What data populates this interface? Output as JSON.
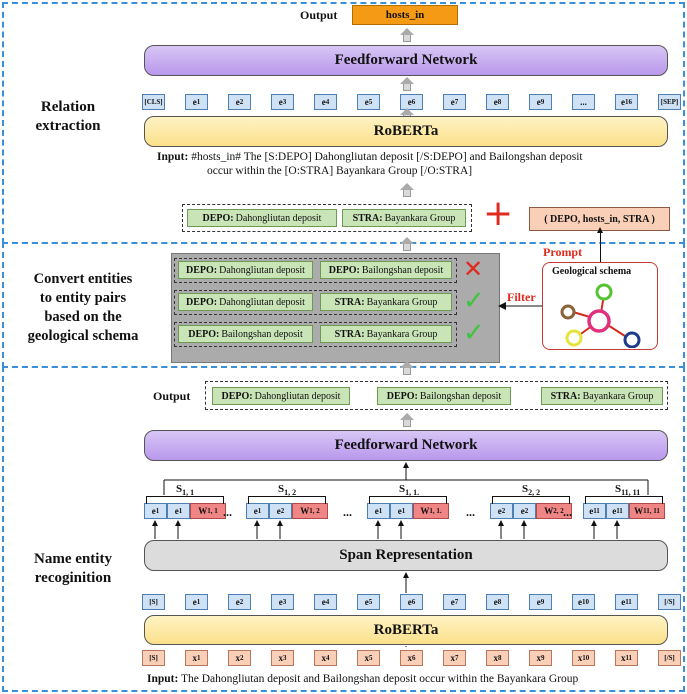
{
  "top": {
    "section_label": "Relation\nextraction",
    "output_label": "Output",
    "output_value": "hosts_in",
    "ffn_label": "Feedforward Network",
    "roberta_label": "RoBERTa",
    "tokens": [
      {
        "t": "[CLS]"
      },
      {
        "t": "e",
        "s": "1"
      },
      {
        "t": "e",
        "s": "2"
      },
      {
        "t": "e",
        "s": "3"
      },
      {
        "t": "e",
        "s": "4"
      },
      {
        "t": "e",
        "s": "5"
      },
      {
        "t": "e",
        "s": "6"
      },
      {
        "t": "e",
        "s": "7"
      },
      {
        "t": "e",
        "s": "8"
      },
      {
        "t": "e",
        "s": "9"
      },
      {
        "t": "..."
      },
      {
        "t": "e",
        "s": "16"
      },
      {
        "t": "[SEP]"
      }
    ],
    "input_prefix": "Input:",
    "input_text_1": " #hosts_in# The [S:DEPO] Dahongliutan deposit [/S:DEPO] and Bailongshan deposit",
    "input_text_2": "occur within the [O:STRA] Bayankara Group [/O:STRA]",
    "pair": [
      {
        "type": "DEPO:",
        "name": "Dahongliutan deposit"
      },
      {
        "type": "STRA:",
        "name": "Bayankara Group"
      }
    ],
    "plus": "+",
    "prompt_box": "( DEPO, hosts_in, STRA )",
    "prompt_label": "Prompt"
  },
  "middle": {
    "section_label": "Convert entities\nto entity pairs\nbased on the\ngeological schema",
    "pairs": [
      {
        "a_type": "DEPO:",
        "a": "Dahongliutan deposit",
        "b_type": "DEPO:",
        "b": "Bailongshan deposit",
        "ok": false
      },
      {
        "a_type": "DEPO:",
        "a": "Dahongliutan deposit",
        "b_type": "STRA:",
        "b": "Bayankara Group",
        "ok": true
      },
      {
        "a_type": "DEPO:",
        "a": "Bailongshan deposit",
        "b_type": "STRA:",
        "b": "Bayankara Group",
        "ok": true
      }
    ],
    "cross": "✕",
    "check": "✓",
    "filter_label": "Filter",
    "schema_title": "Geological schema",
    "colors": {
      "center": "#e0307e",
      "green": "#55c232",
      "brown": "#8a6138",
      "yellow": "#e8e23a",
      "navy": "#1d3b8c",
      "red": "#d42a1e"
    }
  },
  "bottom": {
    "section_label": "Name entity\nrecoginition",
    "output_label": "Output",
    "entities": [
      {
        "type": "DEPO:",
        "name": "Dahongliutan deposit"
      },
      {
        "type": "DEPO:",
        "name": "Bailongshan deposit"
      },
      {
        "type": "STRA:",
        "name": "Bayankara Group"
      }
    ],
    "ffn_label": "Feedforward Network",
    "span_rep_label": "Span Representation",
    "roberta_label": "RoBERTa",
    "spans": [
      {
        "label": "S",
        "sub": "1, 1",
        "cells": [
          {
            "t": "e",
            "s": "1"
          },
          {
            "t": "e",
            "s": "1"
          },
          {
            "t": "W",
            "s": "1, 1",
            "w": true
          }
        ]
      },
      {
        "label": "S",
        "sub": "1, 2",
        "cells": [
          {
            "t": "e",
            "s": "1"
          },
          {
            "t": "e",
            "s": "2"
          },
          {
            "t": "W",
            "s": "1, 2",
            "w": true
          }
        ]
      },
      {
        "label": "S",
        "sub": "1, 1.",
        "cells": [
          {
            "t": "e",
            "s": "1"
          },
          {
            "t": "e",
            "s": "1"
          },
          {
            "t": "W",
            "s": "1, 1.",
            "w": true
          }
        ]
      },
      {
        "label": "S",
        "sub": "2, 2",
        "cells": [
          {
            "t": "e",
            "s": "2"
          },
          {
            "t": "e",
            "s": "2"
          },
          {
            "t": "W",
            "s": "2, 2",
            "w": true
          }
        ]
      },
      {
        "label": "S",
        "sub": "11, 11",
        "cells": [
          {
            "t": "e",
            "s": "11"
          },
          {
            "t": "e",
            "s": "11"
          },
          {
            "t": "W",
            "s": "11, 11",
            "w": true
          }
        ]
      }
    ],
    "dots": "...",
    "tokens": [
      {
        "t": "[S]"
      },
      {
        "t": "e",
        "s": "1"
      },
      {
        "t": "e",
        "s": "2"
      },
      {
        "t": "e",
        "s": "3"
      },
      {
        "t": "e",
        "s": "4"
      },
      {
        "t": "e",
        "s": "5"
      },
      {
        "t": "e",
        "s": "6"
      },
      {
        "t": "e",
        "s": "7"
      },
      {
        "t": "e",
        "s": "8"
      },
      {
        "t": "e",
        "s": "9"
      },
      {
        "t": "e",
        "s": "10"
      },
      {
        "t": "e",
        "s": "11"
      },
      {
        "t": "[/S]"
      }
    ],
    "inputs": [
      {
        "t": "[S]"
      },
      {
        "t": "x",
        "s": "1"
      },
      {
        "t": "x",
        "s": "2"
      },
      {
        "t": "x",
        "s": "3"
      },
      {
        "t": "x",
        "s": "4"
      },
      {
        "t": "x",
        "s": "5"
      },
      {
        "t": "x",
        "s": "6"
      },
      {
        "t": "x",
        "s": "7"
      },
      {
        "t": "x",
        "s": "8"
      },
      {
        "t": "x",
        "s": "9"
      },
      {
        "t": "x",
        "s": "10"
      },
      {
        "t": "x",
        "s": "11"
      },
      {
        "t": "[/S]"
      }
    ],
    "input_prefix": "Input:",
    "input_text": " The Dahongliutan deposit and Bailongshan deposit occur within the Bayankara Group"
  }
}
